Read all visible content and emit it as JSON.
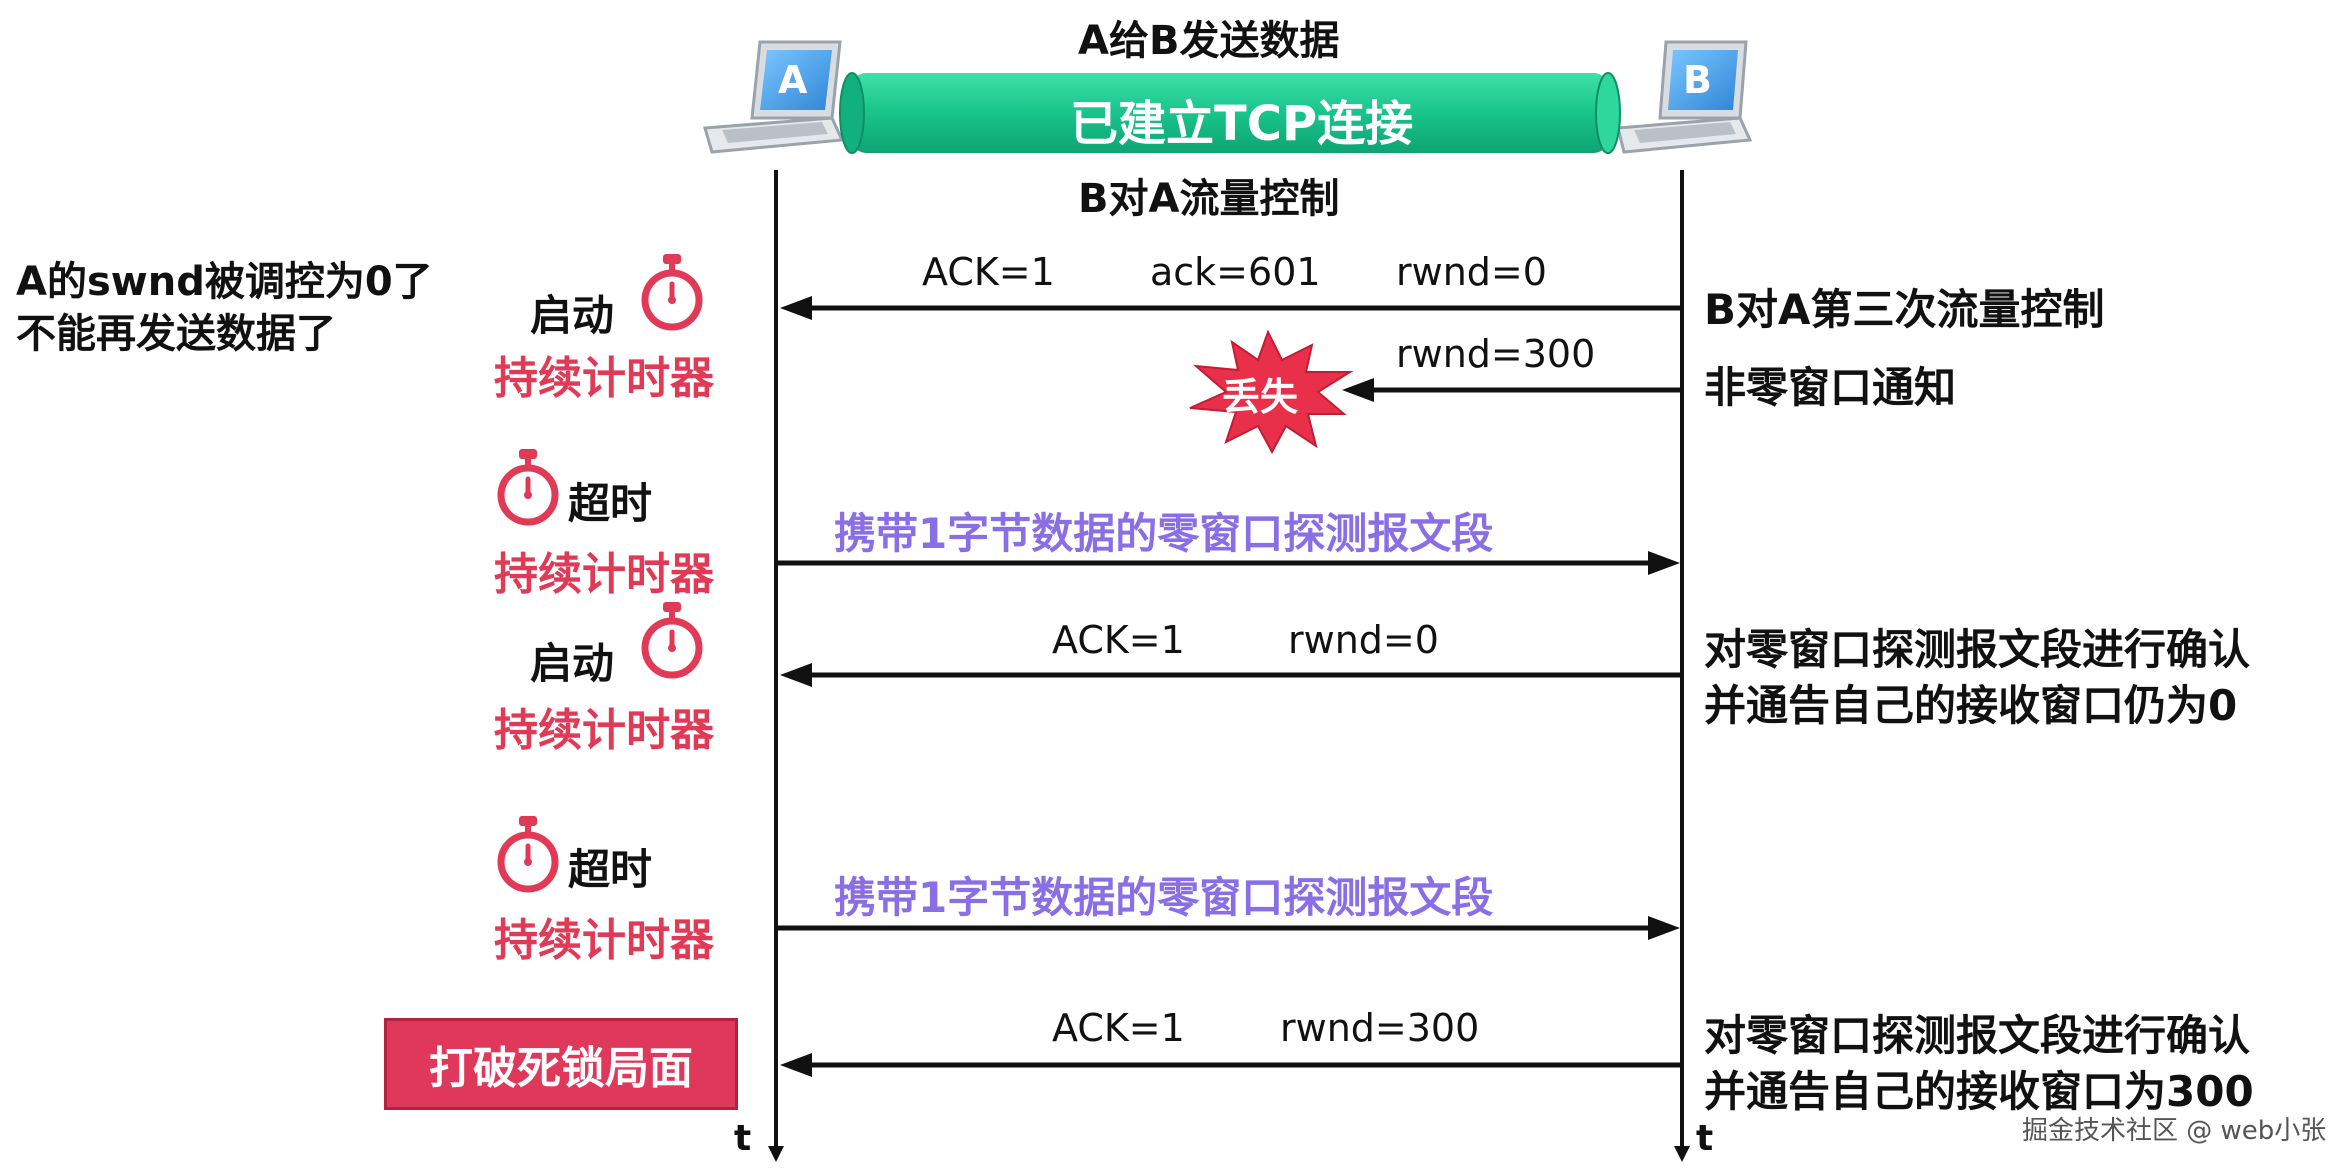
{
  "header": {
    "top_label": "A给B发送数据",
    "connection_label": "已建立TCP连接",
    "bottom_label": "B对A流量控制",
    "host_a": "A",
    "host_b": "B"
  },
  "left_note": {
    "line1": "A的swnd被调控为0了",
    "line2": "不能再发送数据了"
  },
  "timers": [
    {
      "action": "启动",
      "name": "持续计时器"
    },
    {
      "action": "超时",
      "name": "持续计时器"
    },
    {
      "action": "启动",
      "name": "持续计时器"
    },
    {
      "action": "超时",
      "name": "持续计时器"
    }
  ],
  "messages": [
    {
      "ack_flag": "ACK=1",
      "ack": "ack=601",
      "rwnd": "rwnd=0"
    },
    {
      "rwnd": "rwnd=300",
      "lost": "丢失"
    },
    {
      "probe": "携带1字节数据的零窗口探测报文段"
    },
    {
      "ack_flag": "ACK=1",
      "rwnd": "rwnd=0"
    },
    {
      "probe": "携带1字节数据的零窗口探测报文段"
    },
    {
      "ack_flag": "ACK=1",
      "rwnd": "rwnd=300"
    }
  ],
  "right_notes": {
    "n1": "B对A第三次流量控制",
    "n2": "非零窗口通知",
    "n3_line1": "对零窗口探测报文段进行确认",
    "n3_line2": "并通告自己的接收窗口仍为0",
    "n4_line1": "对零窗口探测报文段进行确认",
    "n4_line2": "并通告自己的接收窗口为300"
  },
  "deadlock": "打破死锁局面",
  "time_axis": "t",
  "watermark": "掘金技术社区 @ web小张",
  "colors": {
    "connection": "#1ec98f",
    "red": "#e03a57",
    "purple": "#8a6ee6",
    "laptop_screen": "#4da3e8"
  }
}
